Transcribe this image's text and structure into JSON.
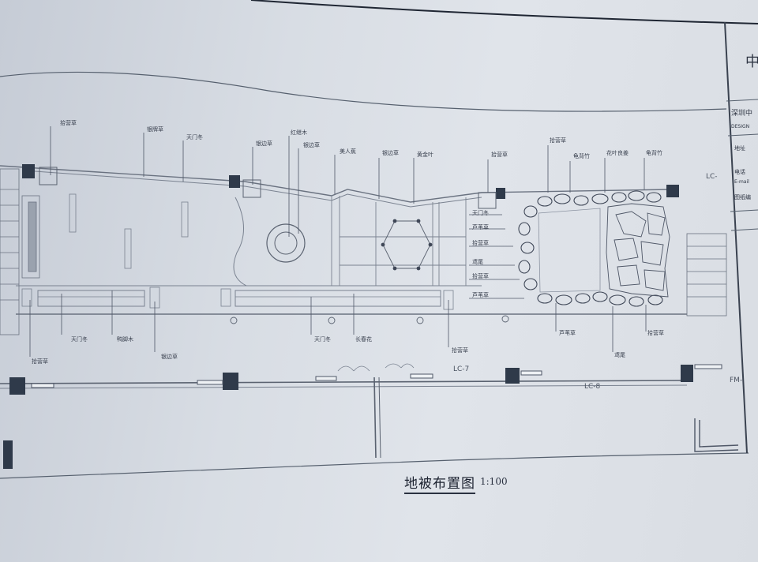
{
  "drawing": {
    "title": "地被布置图",
    "scale": "1:100"
  },
  "title_block": {
    "header": "中",
    "company": "深圳中",
    "design_line": "DESIGN",
    "rows": [
      "地址",
      "电话",
      "E-mail",
      "图纸编"
    ]
  },
  "grid_labels": [
    "LC-7",
    "LC-8",
    "LC-",
    "FM-"
  ],
  "callouts": {
    "top": [
      "拾营草",
      "银牌草",
      "天门冬",
      "银边草",
      "红继木",
      "银边草",
      "美人蕉",
      "银边草",
      "黄金叶",
      "拾营草",
      "拾营草",
      "龟背竹",
      "花叶良姜",
      "龟背竹"
    ],
    "bottom": [
      "拾营草",
      "天门冬",
      "鸭脚木",
      "银边草",
      "天门冬",
      "长春花",
      "拾营草",
      "芦苇草",
      "鸢尾",
      "拾营草"
    ],
    "right_stack": [
      "天门冬",
      "芦苇草",
      "拾营草",
      "鸢尾",
      "拾营草",
      "芦苇草"
    ]
  },
  "colors": {
    "paper": "#e0e4ea",
    "ink": "#3b4250",
    "column": "#2f3a4a"
  }
}
